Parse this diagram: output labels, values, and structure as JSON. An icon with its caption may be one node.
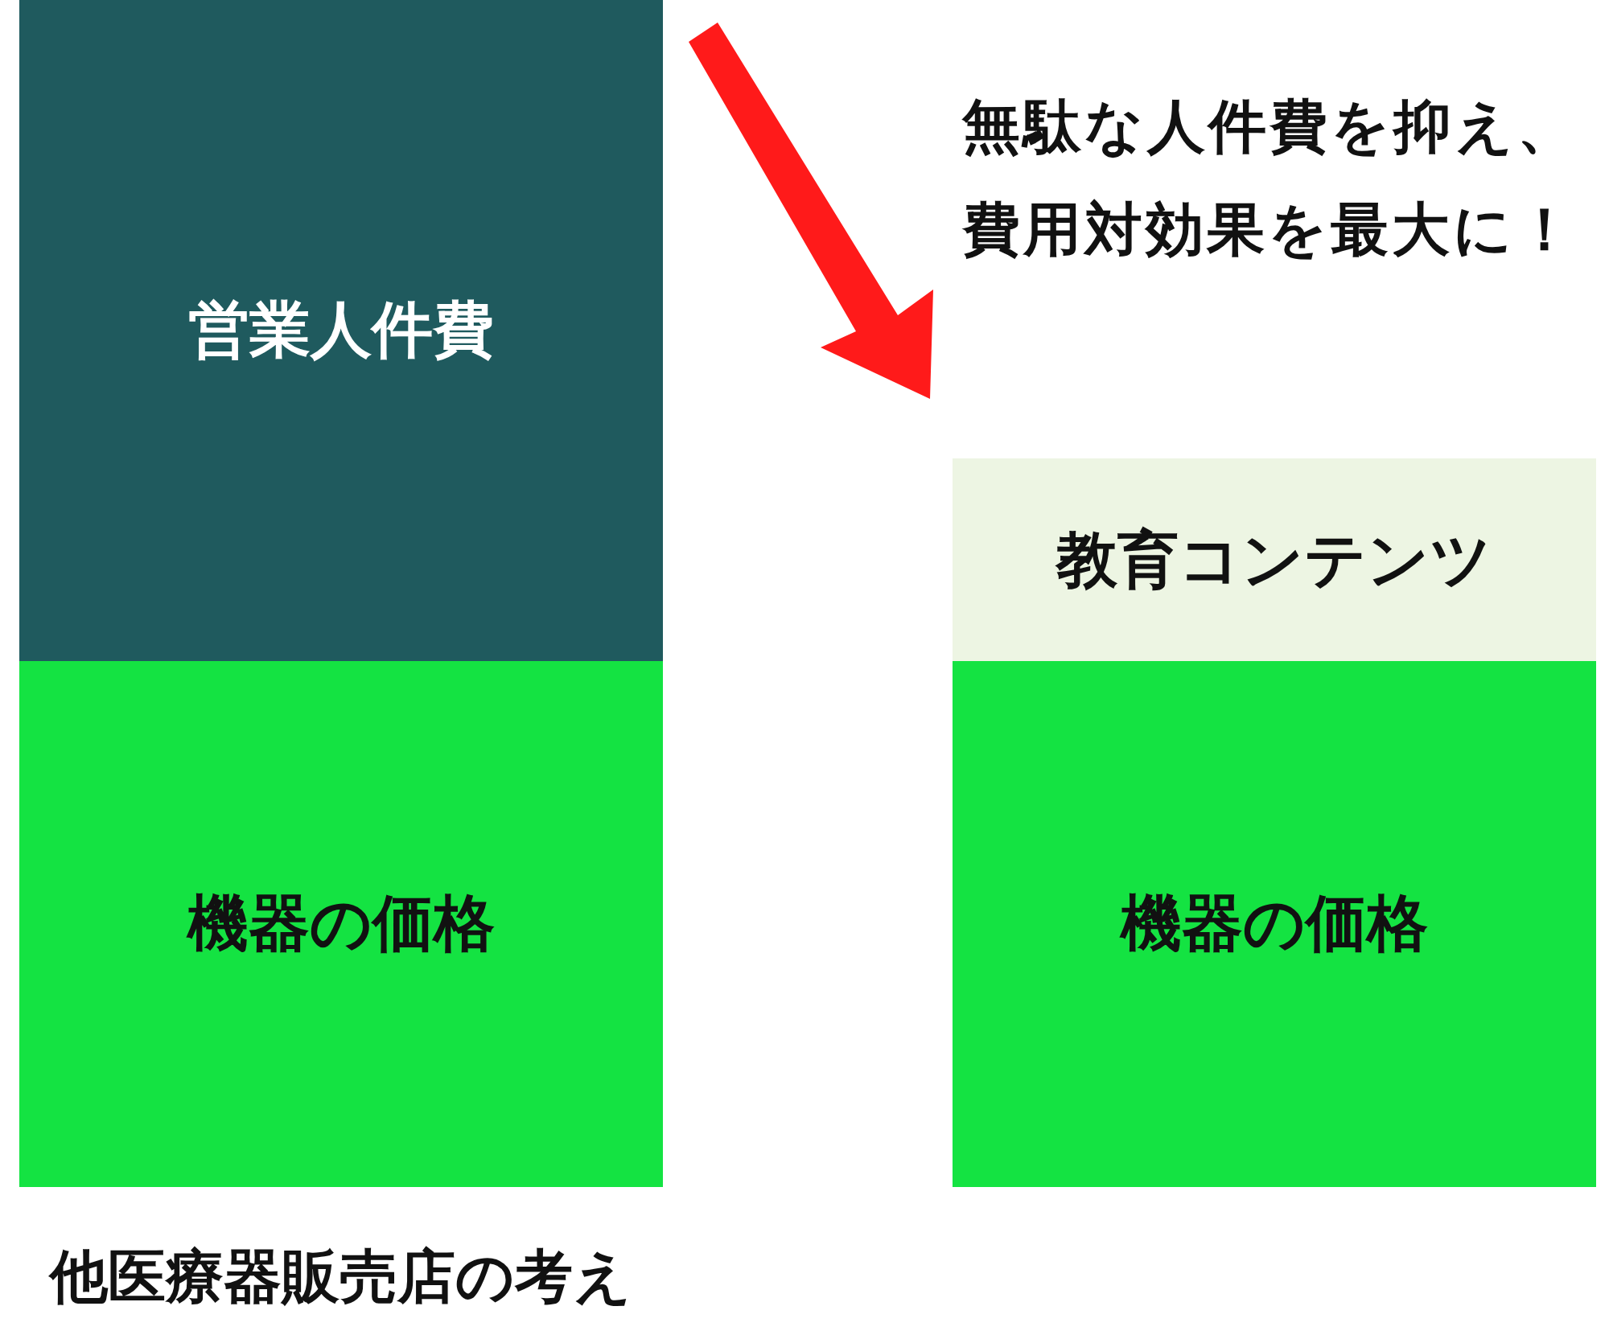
{
  "diagram": {
    "nodes": [
      {
        "text": [
          "営業人件費"
        ]
      },
      {
        "text": [
          "機器の価格"
        ]
      },
      {
        "text": [
          "教育コンテンツ"
        ]
      },
      {
        "text": [
          "機器の価格"
        ]
      }
    ],
    "labels": [
      "無駄な人件費を抑え、費用対効果を最大に！",
      "他医療器販売店の考え"
    ]
  }
}
